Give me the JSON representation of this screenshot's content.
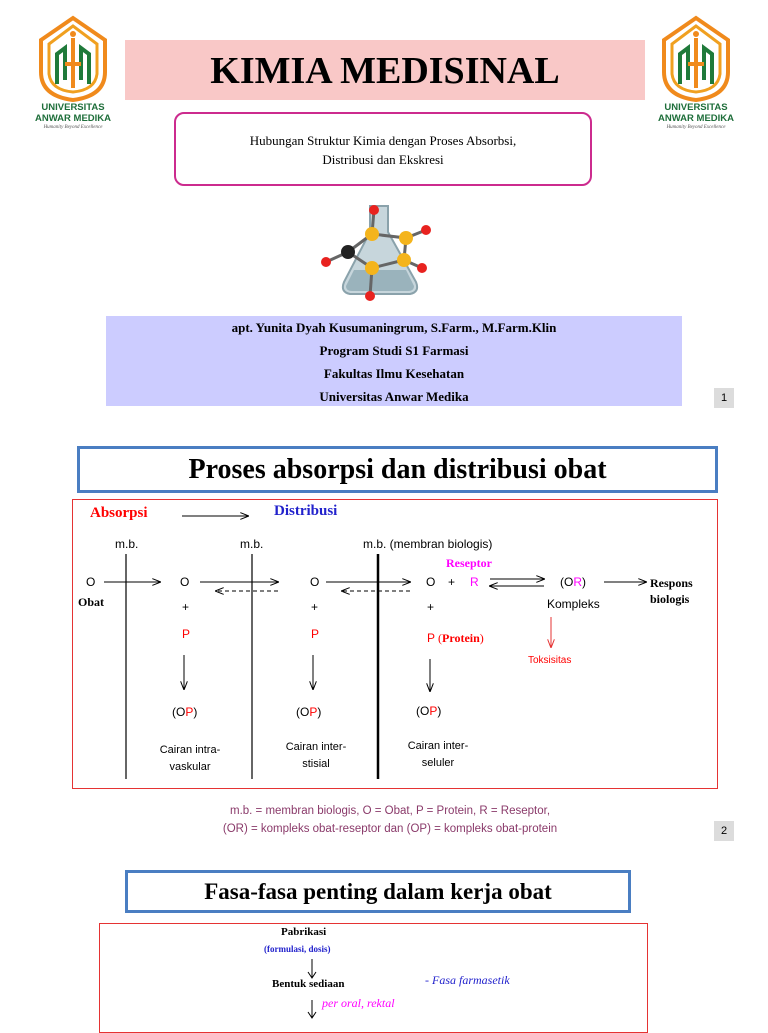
{
  "university": {
    "name_line1": "UNIVERSITAS",
    "name_line2": "ANWAR MEDIKA",
    "tagline": "Humanity Beyond Excellence"
  },
  "title": "KIMIA MEDISINAL",
  "subtitle": {
    "line1": "Hubungan Struktur Kimia dengan Proses Absorbsi,",
    "line2": "Distribusi dan Ekskresi"
  },
  "author": {
    "name": "apt. Yunita Dyah Kusumaningrum, S.Farm., M.Farm.Klin",
    "program": "Program Studi S1 Farmasi",
    "faculty": "Fakultas Ilmu Kesehatan",
    "university": "Universitas Anwar Medika"
  },
  "slide1_number": "1",
  "slide2": {
    "heading": "Proses absorpsi dan distribusi obat",
    "absorpsi": "Absorpsi",
    "distribusi": "Distribusi",
    "mb": "m.b.",
    "mb_full": "m.b. (membran biologis)",
    "o": "O",
    "obat": "Obat",
    "plus": "+",
    "p": "P",
    "protein": "Protein",
    "op_open": "(O",
    "op_p": "P",
    "op_close": ")",
    "reseptor": "Reseptor",
    "r": "R",
    "or_open": "(O",
    "or_r": "R",
    "or_close": ")",
    "kompleks": "Kompleks",
    "respons1": "Respons",
    "respons2": "biologis",
    "toksisitas": "Toksisitas",
    "cairan1_l1": "Cairan intra-",
    "cairan1_l2": "vaskular",
    "cairan2_l1": "Cairan inter-",
    "cairan2_l2": "stisial",
    "cairan3_l1": "Cairan inter-",
    "cairan3_l2": "seluler",
    "legend1": "m.b. = membran biologis, O = Obat, P = Protein, R = Reseptor,",
    "legend2": "(OR) = kompleks obat-reseptor  dan  (OP) = kompleks obat-protein",
    "number": "2"
  },
  "slide3": {
    "heading": "Fasa-fasa penting dalam kerja obat",
    "pabrikasi": "Pabrikasi",
    "formulasi": "(formulasi, dosis)",
    "bentuk": "Bentuk sediaan",
    "fasa_farmasetik": "- Fasa farmasetik",
    "per_oral": "per oral, rektal"
  }
}
